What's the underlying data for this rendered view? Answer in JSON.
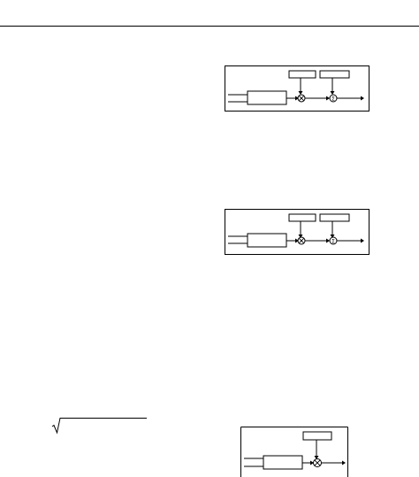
{
  "page": {
    "header_rule": true
  },
  "figures": [
    {
      "id": "figure-1",
      "type": "block-diagram",
      "has_multiplier": true,
      "has_summer": true,
      "multiplier_symbol": "⊗",
      "summer_symbol": "Σ"
    },
    {
      "id": "figure-2",
      "type": "block-diagram",
      "has_multiplier": true,
      "has_summer": true,
      "multiplier_symbol": "⊗",
      "summer_symbol": "Σ"
    },
    {
      "id": "figure-3",
      "type": "block-diagram",
      "has_multiplier": true,
      "has_summer": false,
      "multiplier_symbol": "⊗"
    }
  ],
  "equation": {
    "symbol": "√"
  }
}
